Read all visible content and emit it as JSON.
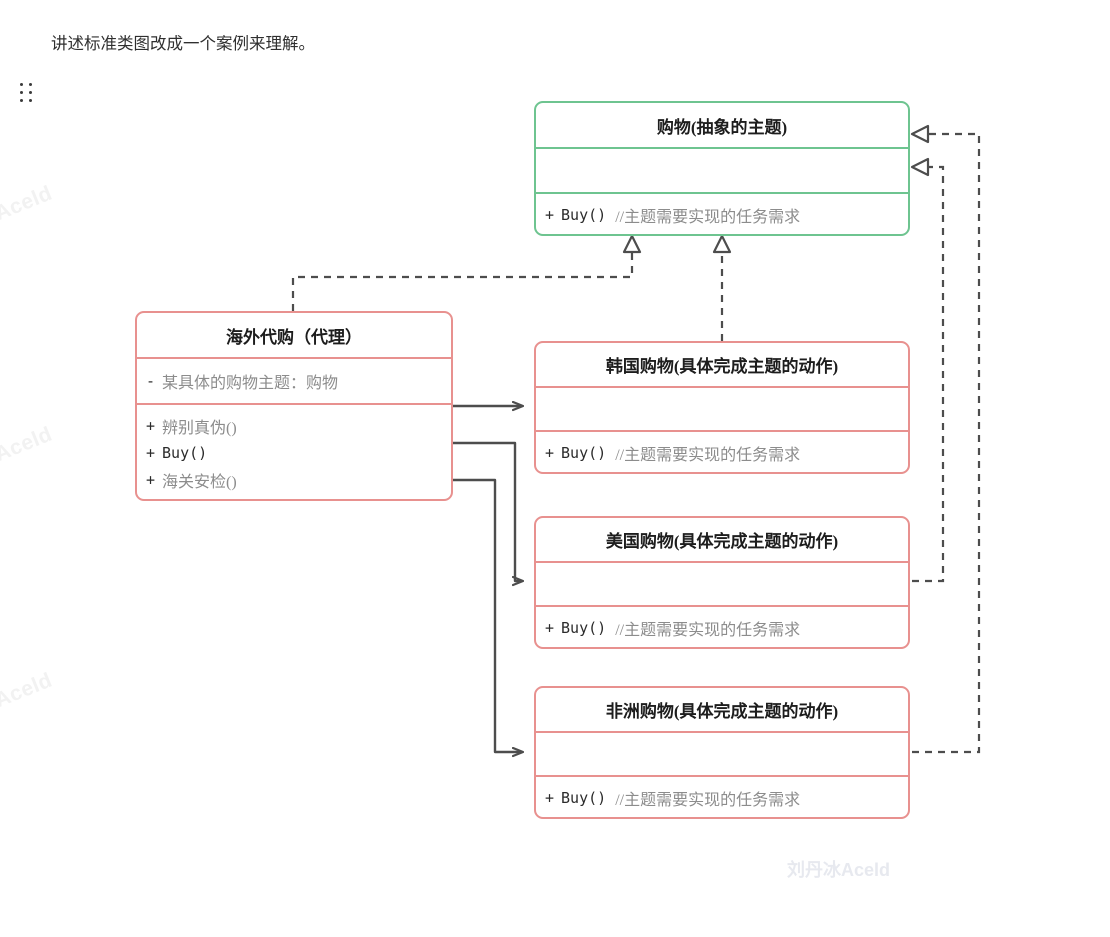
{
  "page": {
    "cut_off_text": "",
    "intro_text": "讲述标准类图改成一个案例来理解。",
    "drag_handle_icon": "drag-handle-icon"
  },
  "watermarks": {
    "side": [
      "Aceld",
      "Aceld",
      "Aceld"
    ],
    "footer": "刘丹冰Aceld"
  },
  "colors": {
    "abstract_border": "#6ec490",
    "concrete_border": "#e8918f",
    "line": "#4d4d4d",
    "comment_text": "#8c8c8c",
    "code_text": "#2b2b2b"
  },
  "diagram": {
    "type": "uml-class-diagram",
    "classes": [
      {
        "id": "shopping-abstract",
        "name": "购物(抽象的主题)",
        "stereotype": "abstract-subject",
        "border_color": "#6ec490",
        "attributes": [],
        "methods": [
          {
            "visibility": "+",
            "signature": "Buy()",
            "comment": "//主题需要实现的任务需求"
          }
        ]
      },
      {
        "id": "overseas-proxy",
        "name": "海外代购（代理）",
        "stereotype": "proxy",
        "border_color": "#e8918f",
        "attributes": [
          {
            "visibility": "-",
            "text": "某具体的购物主题：购物"
          }
        ],
        "methods": [
          {
            "visibility": "+",
            "signature": "辨别真伪()",
            "comment": ""
          },
          {
            "visibility": "+",
            "signature": "Buy()",
            "comment": ""
          },
          {
            "visibility": "+",
            "signature": "海关安检()",
            "comment": ""
          }
        ]
      },
      {
        "id": "korea-shopping",
        "name": "韩国购物(具体完成主题的动作)",
        "stereotype": "concrete-subject",
        "border_color": "#e8918f",
        "attributes": [],
        "methods": [
          {
            "visibility": "+",
            "signature": "Buy()",
            "comment": "//主题需要实现的任务需求"
          }
        ]
      },
      {
        "id": "usa-shopping",
        "name": "美国购物(具体完成主题的动作)",
        "stereotype": "concrete-subject",
        "border_color": "#e8918f",
        "attributes": [],
        "methods": [
          {
            "visibility": "+",
            "signature": "Buy()",
            "comment": "//主题需要实现的任务需求"
          }
        ]
      },
      {
        "id": "africa-shopping",
        "name": "非洲购物(具体完成主题的动作)",
        "stereotype": "concrete-subject",
        "border_color": "#e8918f",
        "attributes": [],
        "methods": [
          {
            "visibility": "+",
            "signature": "Buy()",
            "comment": "//主题需要实现的任务需求"
          }
        ]
      }
    ],
    "relations": [
      {
        "from": "overseas-proxy",
        "to": "shopping-abstract",
        "kind": "realization",
        "style": "dashed",
        "arrow": "hollow-triangle"
      },
      {
        "from": "korea-shopping",
        "to": "shopping-abstract",
        "kind": "realization",
        "style": "dashed",
        "arrow": "hollow-triangle"
      },
      {
        "from": "usa-shopping",
        "to": "shopping-abstract",
        "kind": "realization",
        "style": "dashed",
        "arrow": "hollow-triangle"
      },
      {
        "from": "africa-shopping",
        "to": "shopping-abstract",
        "kind": "realization",
        "style": "dashed",
        "arrow": "hollow-triangle"
      },
      {
        "from": "overseas-proxy",
        "to": "korea-shopping",
        "kind": "association",
        "style": "solid",
        "arrow": "open-arrow"
      },
      {
        "from": "overseas-proxy",
        "to": "usa-shopping",
        "kind": "association",
        "style": "solid",
        "arrow": "open-arrow"
      },
      {
        "from": "overseas-proxy",
        "to": "africa-shopping",
        "kind": "association",
        "style": "solid",
        "arrow": "open-arrow"
      }
    ]
  }
}
